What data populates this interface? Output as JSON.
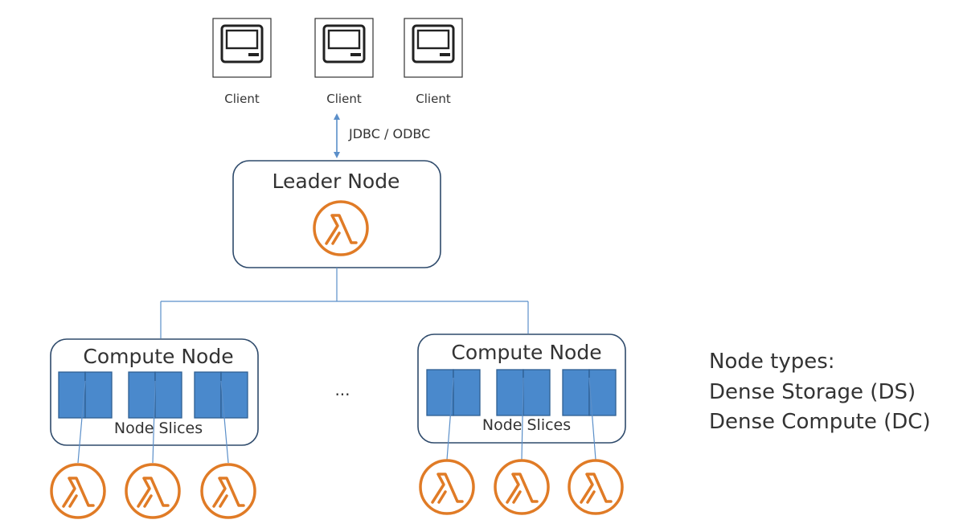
{
  "clients": [
    {
      "label": "Client",
      "icon": "computer-icon"
    },
    {
      "label": "Client",
      "icon": "computer-icon"
    },
    {
      "label": "Client",
      "icon": "computer-icon"
    }
  ],
  "connection": {
    "label": "JDBC / ODBC"
  },
  "leader": {
    "title": "Leader Node",
    "icon": "lambda-icon"
  },
  "compute_nodes": [
    {
      "title": "Compute Node",
      "slices_label": "Node Slices",
      "slice_count": 3,
      "icon": "lambda-icon"
    },
    {
      "title": "Compute Node",
      "slices_label": "Node Slices",
      "slice_count": 3,
      "icon": "lambda-icon"
    }
  ],
  "ellipsis": "...",
  "node_types": {
    "heading": "Node types:",
    "items": [
      "Dense Storage (DS)",
      "Dense Compute (DC)"
    ]
  },
  "colors": {
    "outline": "#2e4a6b",
    "slice_fill": "#4a89cc",
    "slice_stroke": "#2e5f92",
    "lambda": "#e07b26",
    "connector": "#5b8fc9"
  }
}
